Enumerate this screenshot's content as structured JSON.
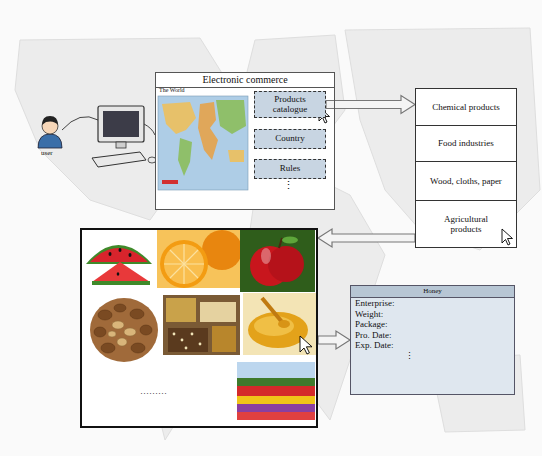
{
  "diagram": {
    "nodes": [
      {
        "text": [
          "Electronic commerce"
        ]
      },
      {
        "text": [
          "Products catalogue"
        ],
        "in": 0
      },
      {
        "text": [
          "Country"
        ],
        "in": 0
      },
      {
        "text": [
          "Rules"
        ],
        "in": 0
      },
      {
        "text": [
          "Chemical products"
        ]
      },
      {
        "text": [
          "Food industries"
        ]
      },
      {
        "text": [
          "Wood, cloths, paper"
        ]
      },
      {
        "text": [
          "Agricultural products"
        ]
      },
      {
        "text": [
          "………"
        ]
      },
      {
        "text": [
          "Honey",
          "Enterprise:",
          "Weight:",
          "Package:",
          "Pro. Date:",
          "Exp. Date:",
          "⋮"
        ]
      }
    ],
    "edges": [
      {
        "from": 1,
        "to": 4,
        "arrow": "to"
      },
      {
        "from": 7,
        "to": 8,
        "arrow": "to"
      },
      {
        "from": 8,
        "to": 9,
        "arrow": "to"
      }
    ],
    "labels": [
      "The World",
      "⋮",
      "user"
    ]
  }
}
